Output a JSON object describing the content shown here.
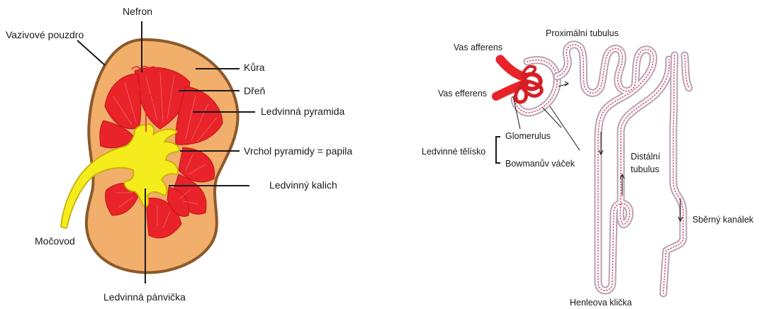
{
  "kidney": {
    "labels": {
      "nephron": "Nefron",
      "capsule": "Vazivové pouzdro",
      "cortex": "Kůra",
      "medulla": "Dřeň",
      "pyramid": "Ledvinná pyramida",
      "papilla": "Vrchol pyramidy = papila",
      "calyx": "Ledvinný kalich",
      "ureter": "Močovod",
      "pelvis": "Ledvinná pánvička"
    }
  },
  "nephron": {
    "labels": {
      "proximal": "Proximální tubulus",
      "afferent": "Vas afferens",
      "efferent": "Vas efferens",
      "glomerulus": "Glomerulus",
      "corpuscle": "Ledvinné tělísko",
      "bowman": "Bowmanův váček",
      "distal_line1": "Distální",
      "distal_line2": "tubulus",
      "collecting": "Sběrný kanálek",
      "henle": "Henleova klička"
    }
  },
  "colors": {
    "cortex": "#f2ae6b",
    "capsule": "#8a5a2b",
    "medulla": "#e8232a",
    "pelvis": "#f5ec1e",
    "tubule": "#b7a2b3"
  }
}
